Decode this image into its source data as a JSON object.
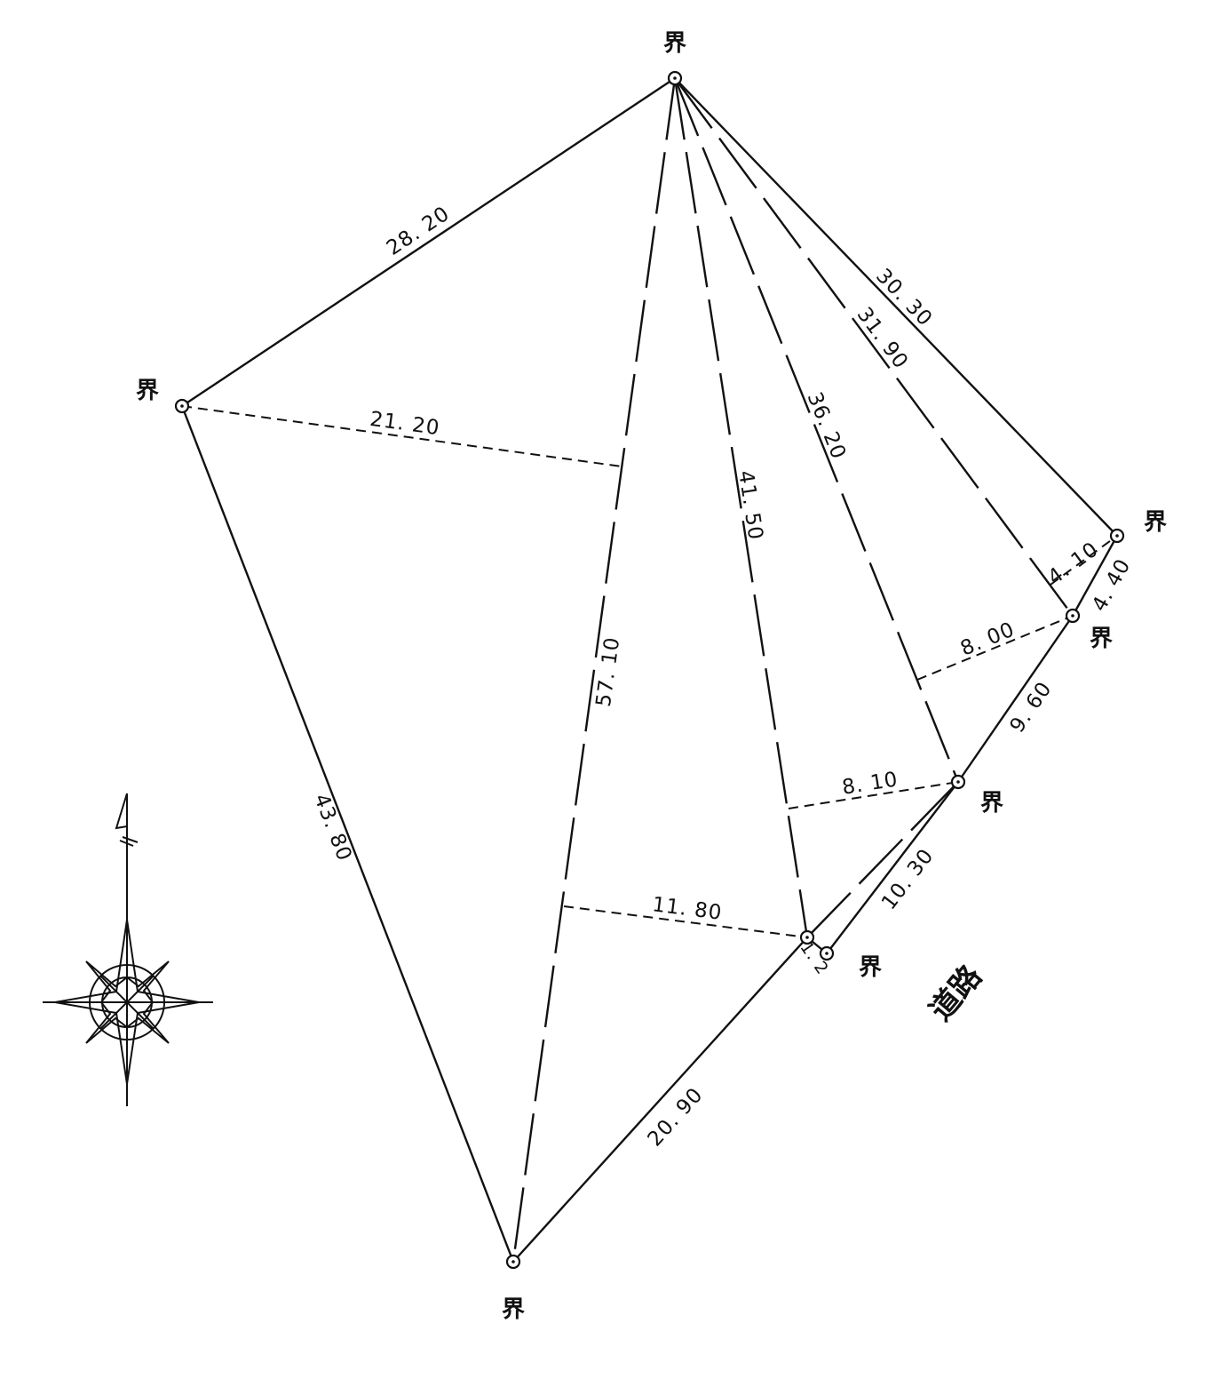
{
  "boundary_marker": "界",
  "road_label": "道路",
  "points": {
    "top": "界",
    "left": "界",
    "right_top": "界",
    "right_mid": "界",
    "right_lower": "界",
    "road_corner": "界",
    "bottom": "界"
  },
  "dimensions": {
    "top_left": "28. 20",
    "left_bottom": "43. 80",
    "top_bottom": "57. 10",
    "top_inner": "41. 50",
    "top_right_lower": "36. 20",
    "top_right_mid": "31. 90",
    "top_right_top": "30. 30",
    "offset_left": "21. 20",
    "offset_bottom": "11. 80",
    "offset_810": "8. 10",
    "offset_800": "8. 00",
    "offset_410": "4. 10",
    "right_440": "4. 40",
    "right_960": "9. 60",
    "right_1030": "10. 30",
    "bottom_right": "20. 90",
    "corner_small": "1. 2"
  },
  "compass": {
    "north_icon": "north-arrow-icon"
  }
}
